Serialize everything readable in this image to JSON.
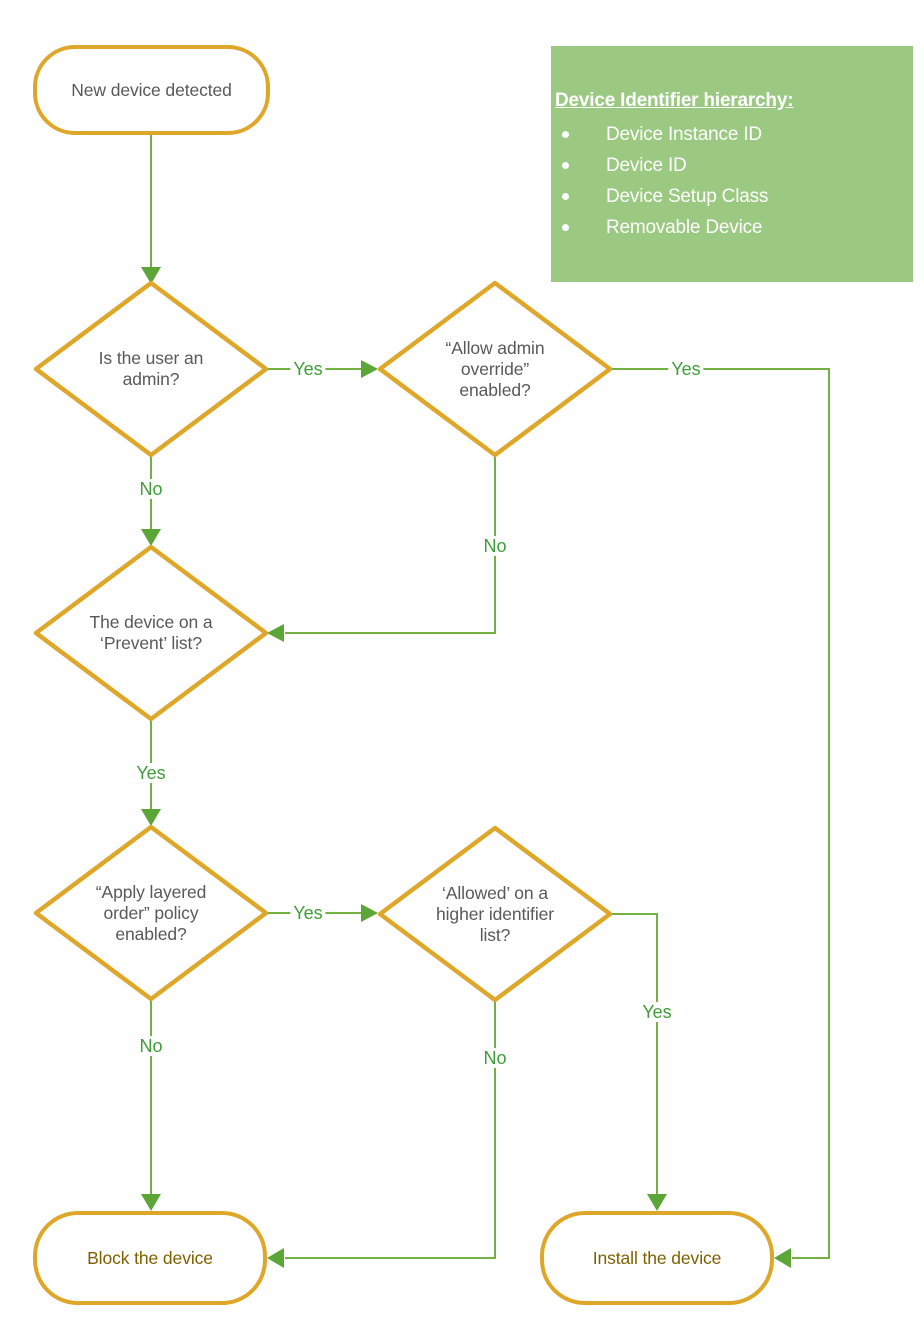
{
  "palette": {
    "shape_orange": "#DFA72A",
    "line_green": "#73B145",
    "arrow_green": "#5CA638",
    "edge_label_green": "#3F9E38",
    "info_box_green": "#9BC981",
    "node_text_gray": "#595959",
    "terminal_text_brown": "#7F6000"
  },
  "nodes": {
    "start": {
      "label": "New device detected"
    },
    "d1": {
      "label": "Is the user an\nadmin?"
    },
    "d2": {
      "label": "“Allow admin\noverride”\nenabled?"
    },
    "d3": {
      "label": "The device on a\n‘Prevent’ list?"
    },
    "d4": {
      "label": "“Apply layered\norder” policy\nenabled?"
    },
    "d5": {
      "label": "‘Allowed’ on a\nhigher identifier\nlist?"
    },
    "block": {
      "label": "Block the device"
    },
    "install": {
      "label": "Install the device"
    }
  },
  "edge_labels": {
    "yes_admin": "Yes",
    "yes_override": "Yes",
    "no_admin": "No",
    "no_override": "No",
    "yes_prevent": "Yes",
    "yes_layered": "Yes",
    "yes_higher": "Yes",
    "no_higher": "No",
    "no_layered": "No"
  },
  "info_box": {
    "title": "Device Identifier hierarchy:",
    "items": [
      "Device Instance ID",
      "Device ID",
      "Device Setup Class",
      "Removable Device"
    ]
  }
}
